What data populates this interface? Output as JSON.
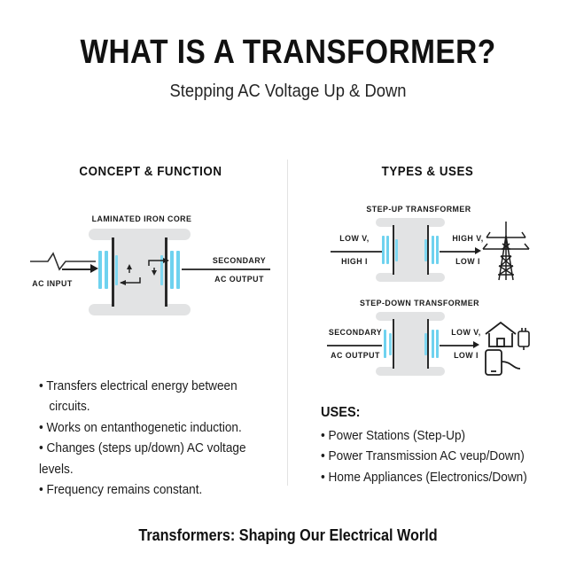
{
  "header": {
    "title": "WHAT IS A TRANSFORMER?",
    "subtitle": "Stepping AC Voltage Up & Down"
  },
  "left_column": {
    "heading": "CONCEPT & FUNCTION",
    "diagram": {
      "core_label": "LAMINATED IRON CORE",
      "input_label": "AC INPUT",
      "output_label_line1": "SECONDARY",
      "output_label_line2": "AC OUTPUT"
    },
    "bullets": [
      "• Transfers electrical energy between\n   circuits.",
      "• Works on entanthogenetic induction.",
      "• Changes (steps up/down) AC voltage levels.",
      "• Frequency remains constant."
    ]
  },
  "right_column": {
    "heading": "TYPES & USES",
    "step_up": {
      "title": "STEP-UP TRANSFORMER",
      "in_line1": "LOW V,",
      "in_line2": "HIGH I",
      "out_line1": "HIGH V,",
      "out_line2": "LOW I",
      "icon": "transmission-tower-icon"
    },
    "step_down": {
      "title": "STEP-DOWN TRANSFORMER",
      "in_line1": "SECONDARY",
      "in_line2": "AC OUTPUT",
      "out_line1": "LOW V,",
      "out_line2": "LOW I",
      "icon_house": "house-icon",
      "icon_phone": "smartphone-charger-icon"
    },
    "uses_title": "USES:",
    "uses": [
      "• Power Stations (Step-Up)",
      "• Power Transmission AC veup/Down)",
      "• Home Appliances (Electronics/Down)"
    ]
  },
  "footer": {
    "tagline": "Transformers: Shaping Our Electrical World"
  },
  "colors": {
    "background": "#ffffff",
    "text": "#1b1b1b",
    "coil_cyan": "#6ed2ef",
    "core_gray": "#e2e3e4",
    "limb_dark": "#2a2a2a",
    "divider": "#e3e3e3"
  }
}
